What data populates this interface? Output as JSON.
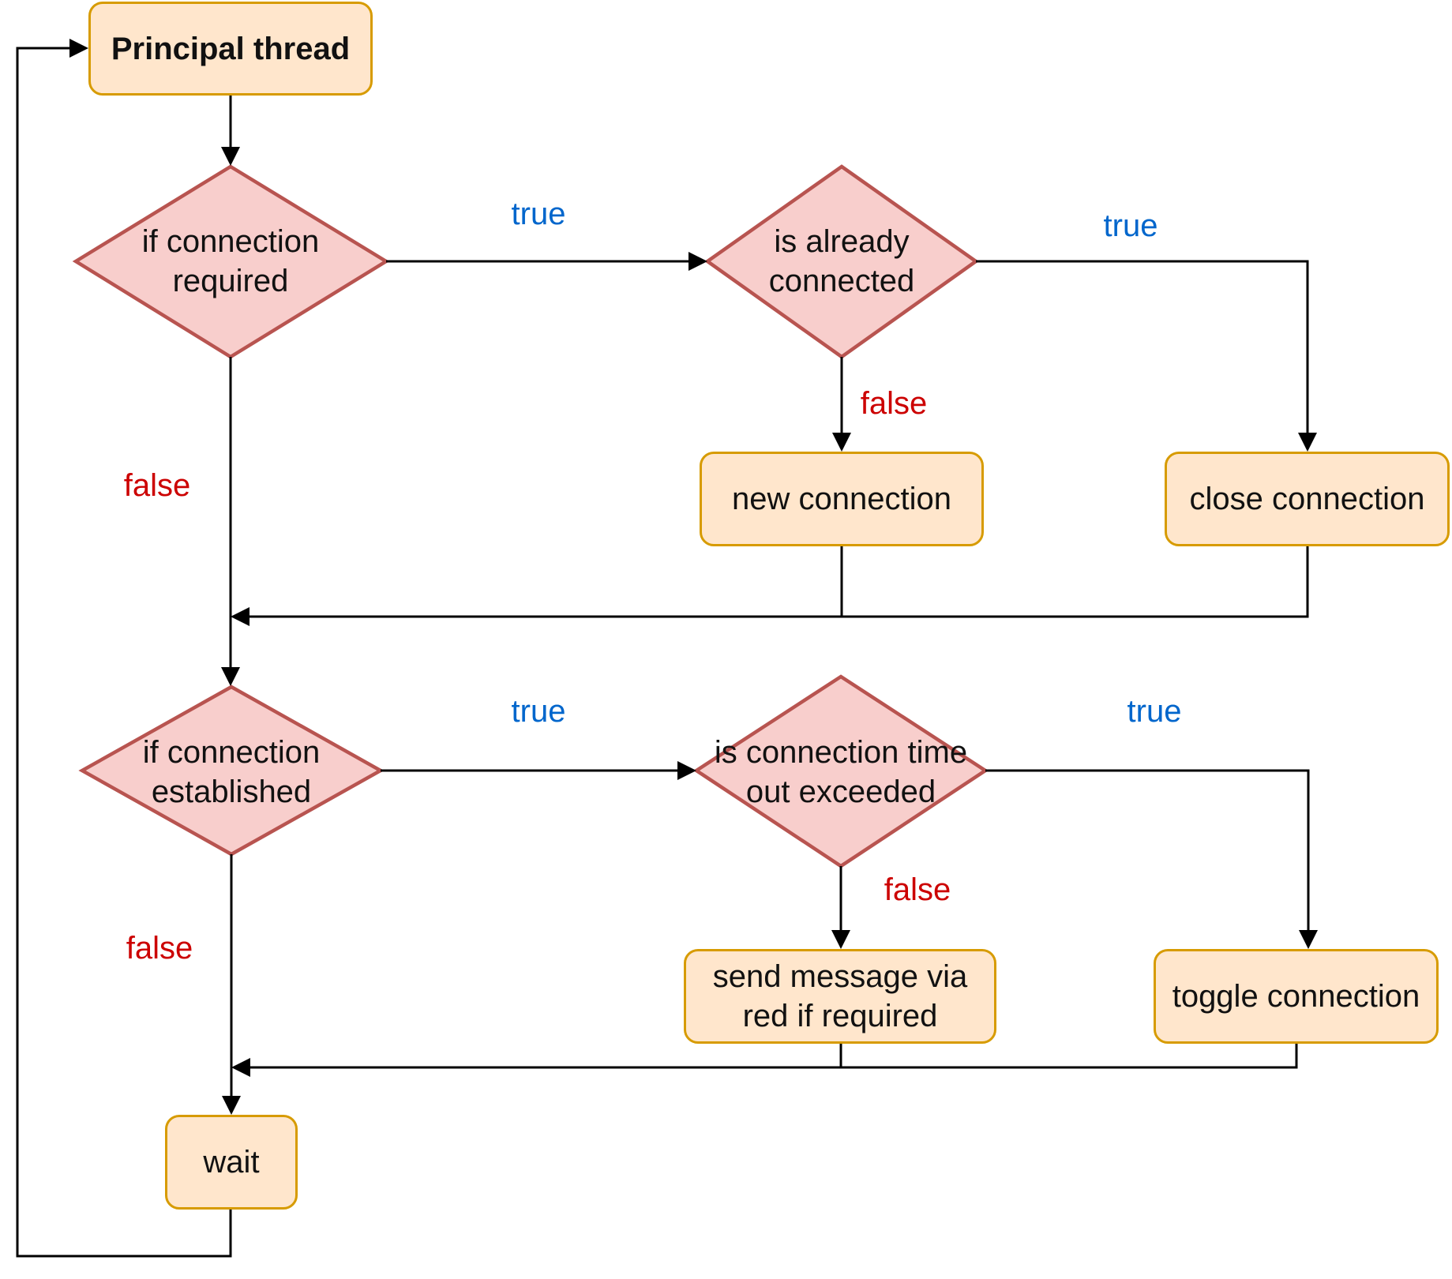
{
  "colors": {
    "process_fill": "#ffe6cc",
    "process_border": "#d79b00",
    "decision_fill": "#f8cecc",
    "decision_border": "#b85450",
    "line": "#000000",
    "true_text": "#0066cc",
    "false_text": "#cc0000"
  },
  "nodes": {
    "principal_thread": "Principal thread",
    "if_connection_required": "if connection\nrequired",
    "is_already_connected": "is already\nconnected",
    "new_connection": "new connection",
    "close_connection": "close connection",
    "if_connection_established": "if connection\nestablished",
    "is_connection_timeout_exceeded": "is connection time\nout exceeded",
    "send_message": "send message via\nred if required",
    "toggle_connection": "toggle connection",
    "wait": "wait"
  },
  "edge_labels": {
    "required_true": "true",
    "required_false": "false",
    "connected_true": "true",
    "connected_false": "false",
    "established_true": "true",
    "established_false": "false",
    "timeout_true": "true",
    "timeout_false": "false"
  }
}
